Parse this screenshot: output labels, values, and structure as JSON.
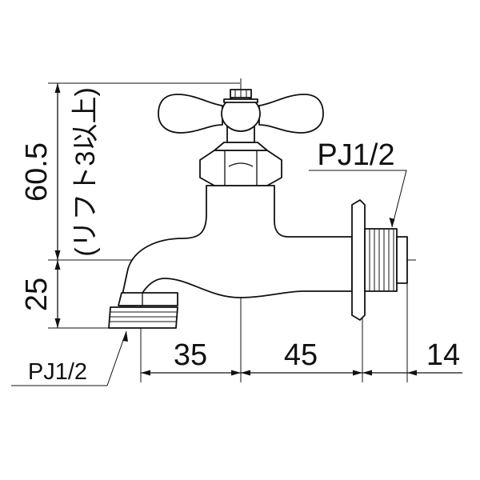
{
  "labels": {
    "height_upper": "60.5",
    "lift_note": "(リフト3以上)",
    "height_lower": "25",
    "outlet_thread": "PJ1/2",
    "inlet_thread": "PJ1/2",
    "dim_35": "35",
    "dim_45": "45",
    "dim_14": "14"
  }
}
